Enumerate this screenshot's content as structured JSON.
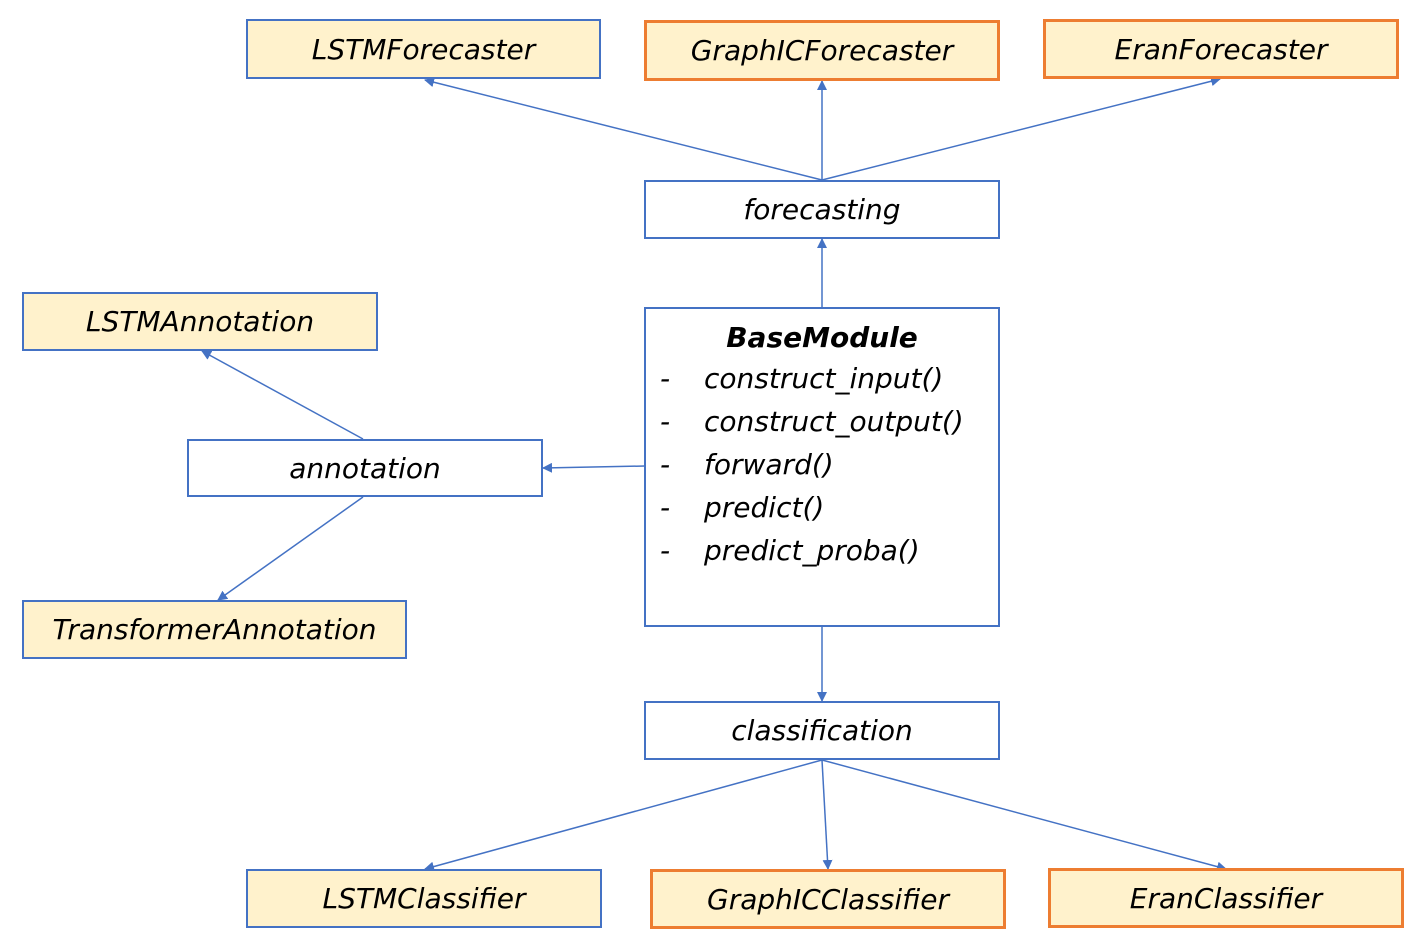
{
  "nodes": {
    "lstm_forecaster": "LSTMForecaster",
    "graphic_forecaster": "GraphICForecaster",
    "eran_forecaster": "EranForecaster",
    "forecasting": "forecasting",
    "lstm_annotation": "LSTMAnnotation",
    "annotation": "annotation",
    "transformer_annotation": "TransformerAnnotation",
    "classification": "classification",
    "lstm_classifier": "LSTMClassifier",
    "graphic_classifier": "GraphICClassifier",
    "eran_classifier": "EranClassifier"
  },
  "base_module": {
    "title": "BaseModule",
    "bullet": "-",
    "methods": [
      "construct_input()",
      "construct_output()",
      "forward()",
      "predict()",
      "predict_proba()"
    ]
  },
  "edges": [
    {
      "from": "forecasting",
      "to": "LSTMForecaster"
    },
    {
      "from": "forecasting",
      "to": "GraphICForecaster"
    },
    {
      "from": "forecasting",
      "to": "EranForecaster"
    },
    {
      "from": "BaseModule",
      "to": "forecasting"
    },
    {
      "from": "BaseModule",
      "to": "annotation"
    },
    {
      "from": "annotation",
      "to": "LSTMAnnotation"
    },
    {
      "from": "annotation",
      "to": "TransformerAnnotation"
    },
    {
      "from": "BaseModule",
      "to": "classification"
    },
    {
      "from": "classification",
      "to": "LSTMClassifier"
    },
    {
      "from": "classification",
      "to": "GraphICClassifier"
    },
    {
      "from": "classification",
      "to": "EranClassifier"
    }
  ],
  "colors": {
    "edge": "#4472c4",
    "border_blue": "#4472c4",
    "border_orange": "#ed7d31",
    "fill_subclass": "#fff2cc"
  }
}
